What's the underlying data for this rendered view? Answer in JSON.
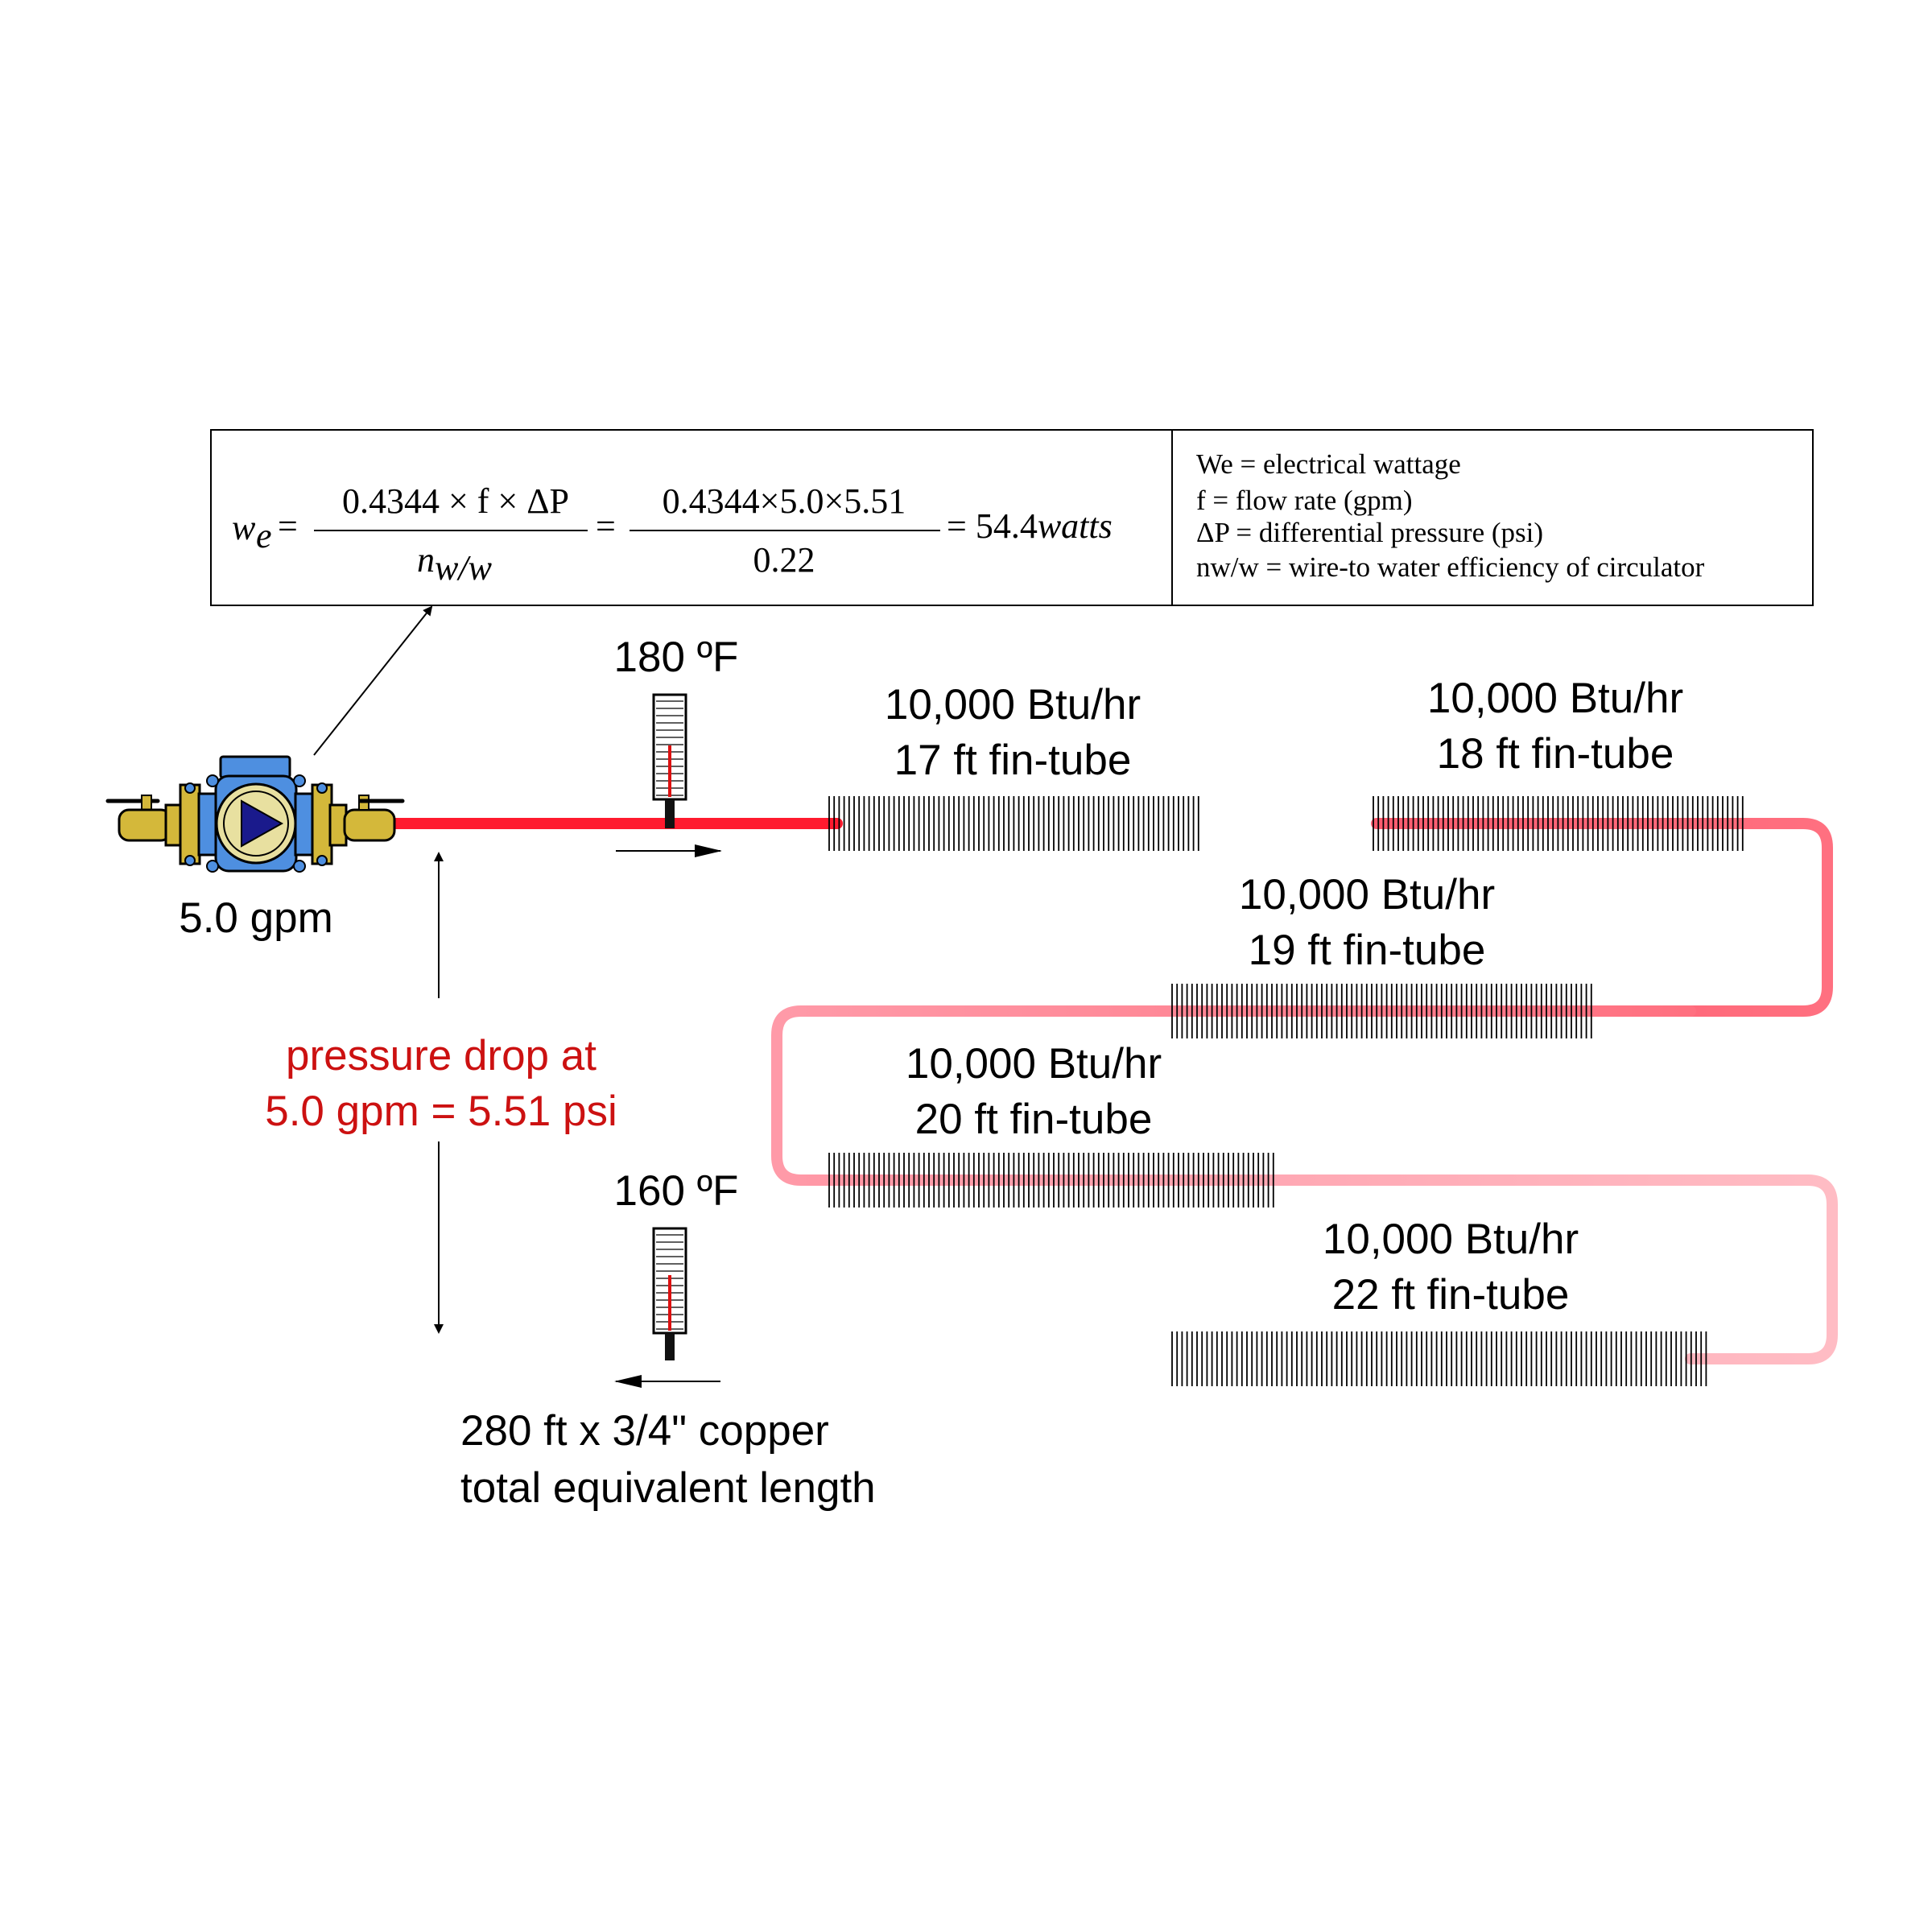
{
  "colors": {
    "supply": "#ff1a2e",
    "mid1": "#ff5c70",
    "mid2": "#ff8a98",
    "mid3": "#ffb0ba",
    "ret_end": "#ffc6cc",
    "return_pipe": "#ff9ee8",
    "pump_blue": "#4e8fe0",
    "brass": "#d4b83a",
    "label_red": "#cc1111"
  },
  "equation": {
    "lhs": "w",
    "lhs_sub": "e",
    "num1": "0.4344 × f × ΔP",
    "den1": "n",
    "den1_sub": "w/w",
    "num2": "0.4344×5.0×5.51",
    "den2": "0.22",
    "result": "= 54.4",
    "result_unit": "watts"
  },
  "legend": [
    "We = electrical wattage",
    "f = flow rate (gpm)",
    "ΔP = differential pressure (psi)",
    "nw/w = wire-to water efficiency of circulator"
  ],
  "flow_label": "5.0 gpm",
  "supply_temp": "180 ºF",
  "return_temp": "160 ºF",
  "pressure_drop": [
    "pressure drop at",
    "5.0 gpm = 5.51 psi"
  ],
  "pipe_label": [
    "280 ft x 3/4\" copper",
    "total equivalent length"
  ],
  "baseboards": [
    {
      "load": "10,000 Btu/hr",
      "length": "17 ft fin-tube"
    },
    {
      "load": "10,000 Btu/hr",
      "length": "18 ft fin-tube"
    },
    {
      "load": "10,000 Btu/hr",
      "length": "19 ft fin-tube"
    },
    {
      "load": "10,000 Btu/hr",
      "length": "20 ft fin-tube"
    },
    {
      "load": "10,000 Btu/hr",
      "length": "22 ft fin-tube"
    }
  ],
  "icons": [
    "circulator-pump-icon",
    "thermometer-icon",
    "ball-valve-icon",
    "flow-arrow-icon"
  ]
}
